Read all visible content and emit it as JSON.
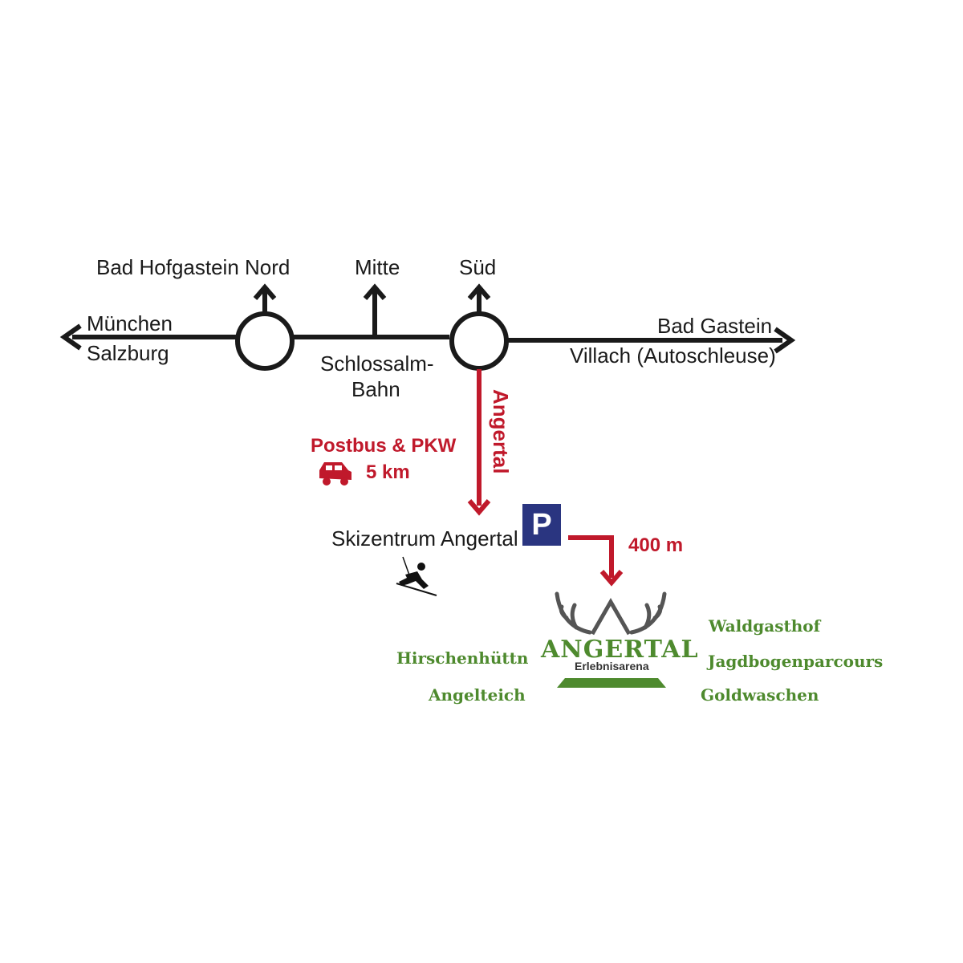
{
  "junctions": {
    "nord": "Bad Hofgastein Nord",
    "mitte": "Mitte",
    "sued": "Süd"
  },
  "destinations": {
    "west_line1": "München",
    "west_line2": "Salzburg",
    "east_line1": "Bad Gastein",
    "east_line2": "Villach (Autoschleuse)"
  },
  "schlossalm": {
    "line1": "Schlossalm-",
    "line2": "Bahn"
  },
  "route": {
    "road_name": "Angertal",
    "transport": "Postbus & PKW",
    "distance": "5 km",
    "ski_center": "Skizentrum Angertal",
    "parking_symbol": "P",
    "walk_distance": "400 m"
  },
  "logo": {
    "title": "ANGERTAL",
    "subtitle": "Erlebnisarena"
  },
  "attractions": {
    "left": [
      "Hirschenhüttn",
      "Angelteich"
    ],
    "right": [
      "Waldgasthof",
      "Jagdbogenparcours",
      "Goldwaschen"
    ]
  },
  "colors": {
    "road": "#1a1a1a",
    "route": "#c0192b",
    "attraction": "#4e8a2e",
    "parking": "#2a3580"
  },
  "icons": [
    "car-icon",
    "skier-icon",
    "parking-icon",
    "antler-icon"
  ]
}
